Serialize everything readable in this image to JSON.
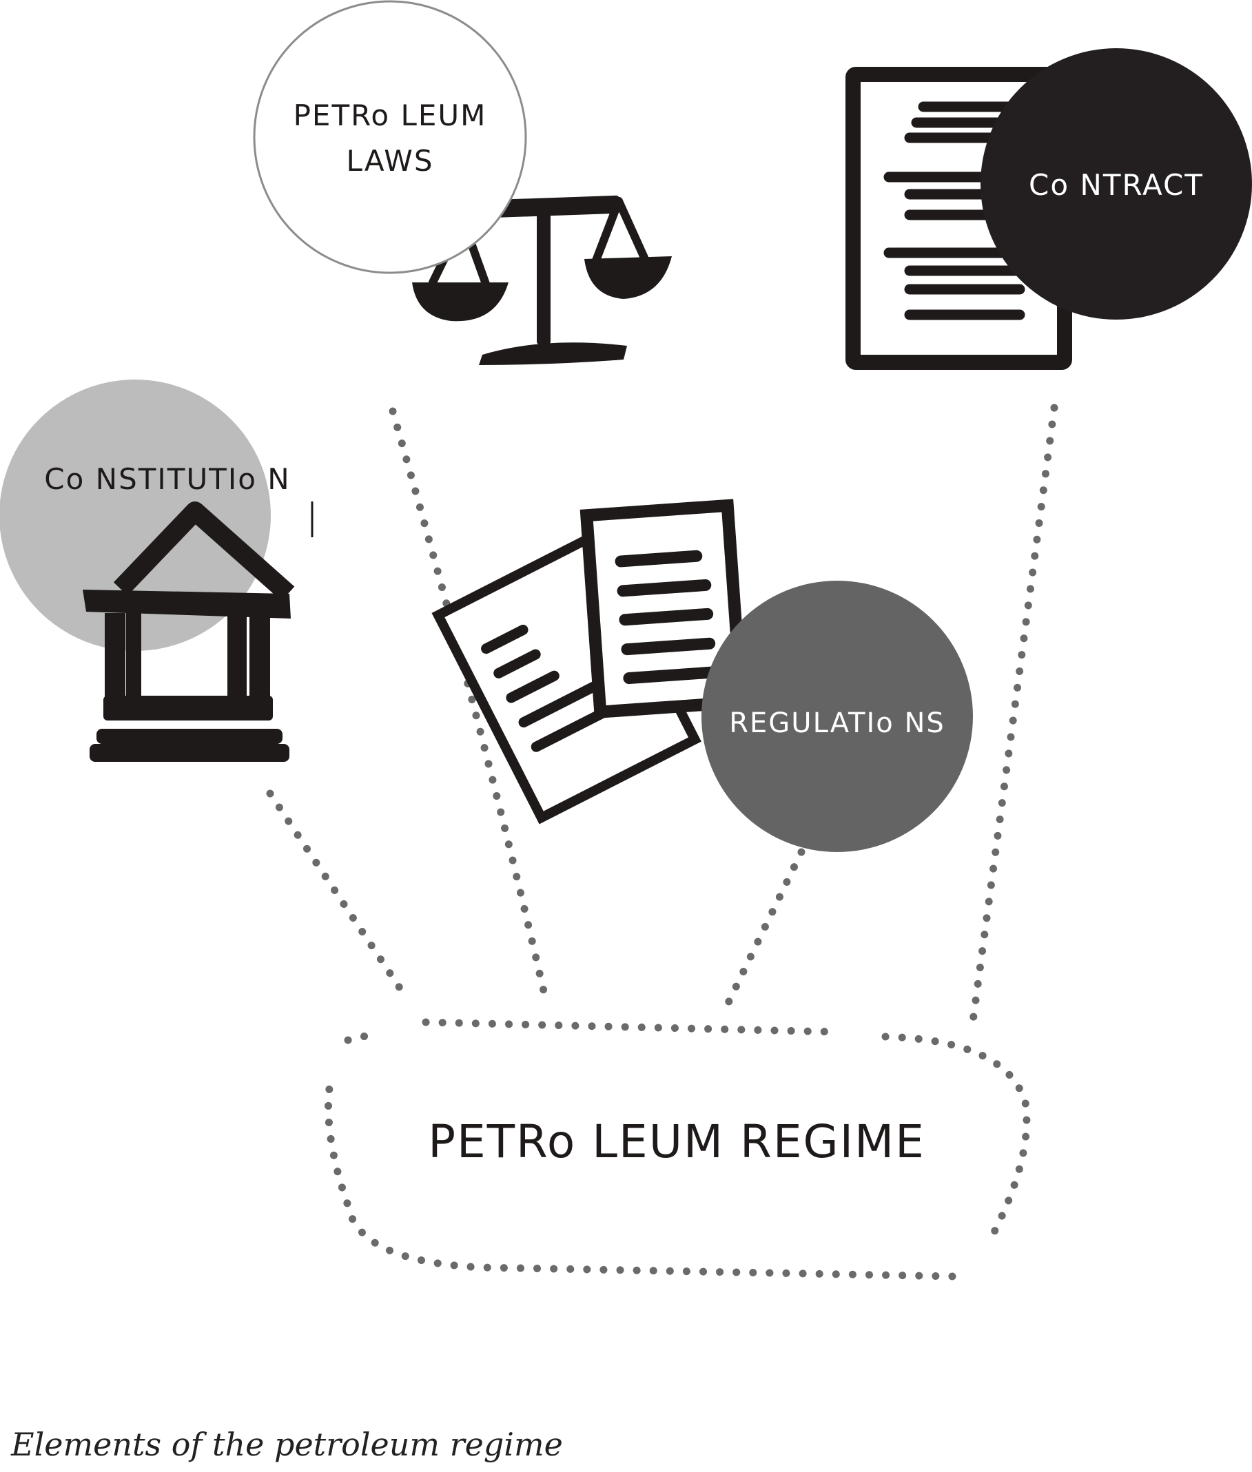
{
  "nodes": {
    "petroleum_laws": {
      "line1": "PETRo LEUM",
      "line2": "LAWS",
      "fill": "#ffffff",
      "stroke": "#8c8c8c",
      "text_color": "#1d1a19"
    },
    "contract": {
      "label": "Co NTRACT",
      "fill": "#231f20",
      "text_color": "#ffffff"
    },
    "constitution": {
      "label": "Co NSTITUTIo N",
      "fill": "#bcbcbc",
      "text_color": "#1d1a19"
    },
    "regulations": {
      "label": "REGULATIo NS",
      "fill": "#646464",
      "text_color": "#ffffff"
    }
  },
  "center": {
    "label": "PETRo LEUM REGIME"
  },
  "icons": {
    "scales": "scales-of-justice-icon",
    "contract_doc": "document-icon",
    "building": "government-building-icon",
    "papers": "stacked-papers-icon"
  },
  "caption": "Elements of the petroleum regime"
}
